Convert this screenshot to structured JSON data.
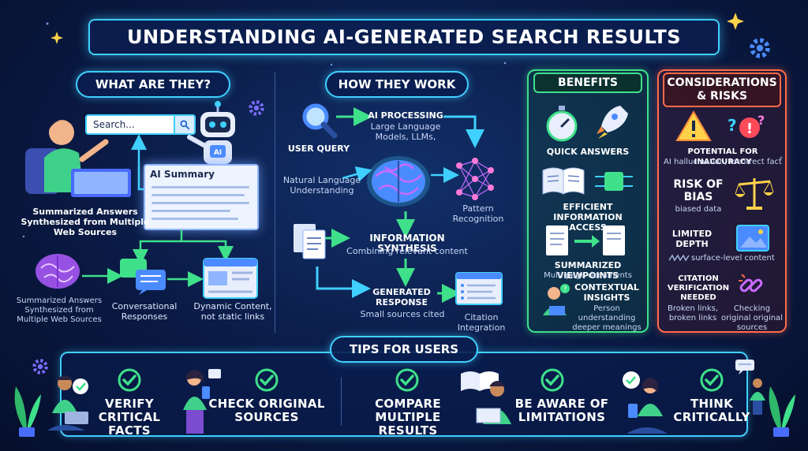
{
  "title": "UNDERSTANDING AI-GENERATED SEARCH RESULTS",
  "sections": {
    "what": "WHAT ARE THEY?",
    "how": "HOW THEY WORK",
    "benefits": "BENEFITS",
    "risks": "CONSIDERATIONS & RISKS",
    "tips": "TIPS FOR USERS"
  },
  "what_are_they": {
    "search_placeholder": "Search...",
    "ai_summary": "AI Summary",
    "caption_top": "Summarized Answers Synthesized from Multiple Web Sources",
    "caption_brain": "Summarized Answers Synthesized from Multiple Web Sources",
    "caption_chat": "Conversational Responses",
    "caption_dynamic": "Dynamic Content, not static links"
  },
  "how_they_work": {
    "user_query": "USER QUERY",
    "ai_processing_title": "AI PROCESSING",
    "ai_processing_sub": "Large Language Models, LLMs,",
    "nlu": "Natural Language Understanding",
    "pattern": "Pattern Recognition",
    "synthesis_title": "INFORMATION SYNTHESIS",
    "synthesis_sub": "Combining relevant content",
    "generated_title": "GENERATED RESPONSE",
    "generated_sub": "Small sources cited",
    "citation": "Citation Integration"
  },
  "benefits": [
    {
      "title": "QUICK ANSWERS",
      "sub": ""
    },
    {
      "title": "EFFICIENT INFORMATION ACCESS",
      "sub": ""
    },
    {
      "title": "SUMMARIZED VIEWPOINTS",
      "sub": "Multi-page documents"
    },
    {
      "title": "CONTEXTUAL INSIGHTS",
      "sub": "Person understanding deeper meanings"
    }
  ],
  "risks": [
    {
      "title": "POTENTIAL FOR INACCURACY",
      "sub": "AI hallucination, incorrect fact"
    },
    {
      "title": "RISK OF BIAS",
      "sub": "biased data"
    },
    {
      "title": "LIMITED DEPTH",
      "sub": "surface-level content"
    },
    {
      "title": "CITATION VERIFICATION NEEDED",
      "sub_left": "Broken links, broken links",
      "sub_right": "Checking original original sources"
    }
  ],
  "tips": [
    "VERIFY CRITICAL FACTS",
    "CHECK ORIGINAL SOURCES",
    "COMPARE MULTIPLE RESULTS",
    "BE AWARE OF LIMITATIONS",
    "THINK CRITICALLY"
  ],
  "colors": {
    "accent": "#3fd0ff",
    "benefits": "#3fe08a",
    "risks": "#ff6a4a",
    "brain": "#c86bff"
  }
}
